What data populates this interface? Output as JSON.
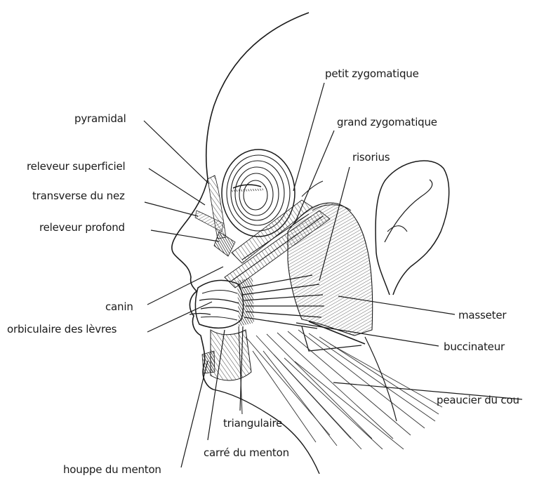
{
  "labels": {
    "petit_zygomatique": "petit zygomatique",
    "grand_zygomatique": "grand zygomatique",
    "pyramidal": "pyramidal",
    "risorius": "risorius",
    "releveur_superficiel": "releveur superficiel",
    "transverse_du_nez": "transverse du nez",
    "releveur_profond": "releveur profond",
    "canin": "canin",
    "orbiculaire_des_levres": "orbiculaire des lèvres",
    "masseter": "masseter",
    "buccinateur": "buccinateur",
    "peaucier_du_cou": "peaucier du cou",
    "triangulaire": "triangulaire",
    "carre_du_menton": "carré du menton",
    "houppe_du_menton": "houppe du menton"
  },
  "colors": {
    "ink": "#1a1a1a",
    "background": "#ffffff"
  }
}
